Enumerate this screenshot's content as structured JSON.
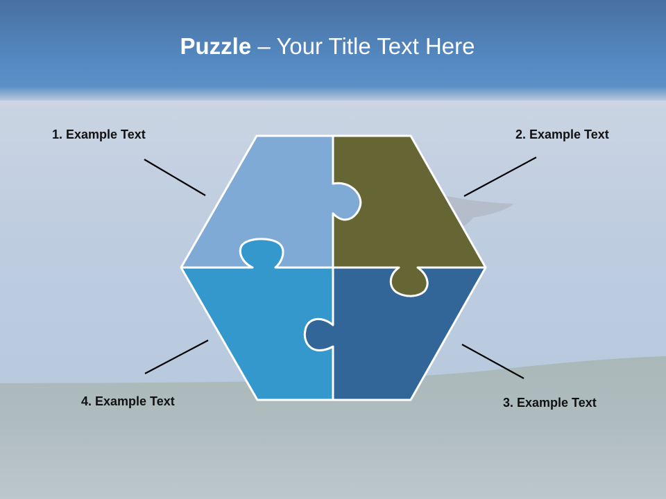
{
  "title": {
    "bold": "Puzzle",
    "rest": " – Your Title Text Here"
  },
  "labels": {
    "item1": "1. Example Text",
    "item2": "2. Example Text",
    "item3": "3. Example Text",
    "item4": "4. Example Text"
  },
  "colors": {
    "piece_top_left": "#80aad6",
    "piece_top_right": "#666634",
    "piece_bottom_left": "#3598cc",
    "piece_bottom_right": "#326699",
    "outline": "#ffffff",
    "title_band": "#5389c1",
    "connector": "#000000"
  }
}
